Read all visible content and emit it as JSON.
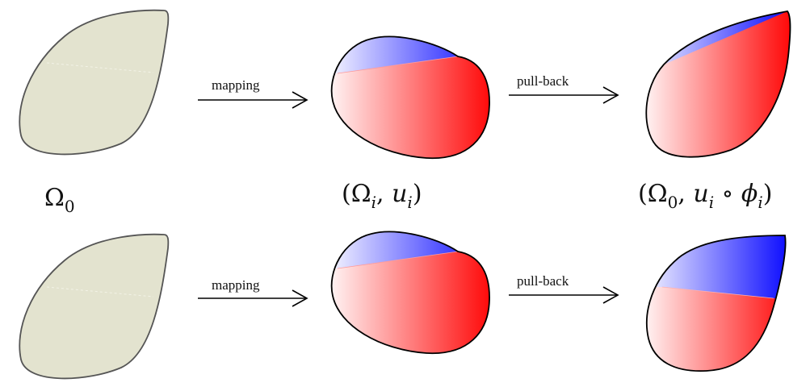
{
  "colors": {
    "reference_fill": "#e3e3cf",
    "reference_stroke": "#555555",
    "red": "#ff0000",
    "blue": "#0000ff",
    "white": "#ffffff",
    "outline": "#000000"
  },
  "arrows": {
    "mapping_label": "mapping",
    "pullback_label": "pull-back"
  },
  "labels": {
    "reference": {
      "symbol": "Ω",
      "sub": "0"
    },
    "mapped": {
      "open": "(",
      "omega": "Ω",
      "omega_sub": "i",
      "comma": ", ",
      "u": "u",
      "u_sub": "i",
      "close": ")"
    },
    "pulled": {
      "open": "(",
      "omega": "Ω",
      "omega_sub": "0",
      "comma": ", ",
      "u": "u",
      "u_sub": "i",
      "compose": " ∘ ",
      "phi": "ϕ",
      "phi_sub": "i",
      "close": ")"
    }
  }
}
